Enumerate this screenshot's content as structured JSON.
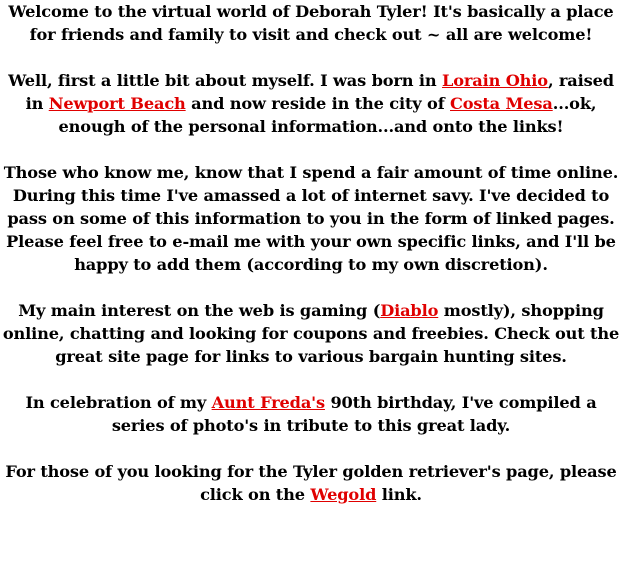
{
  "colors": {
    "text": "#000000",
    "link": "#e00000",
    "background": "#ffffff"
  },
  "p1": {
    "text": "Welcome to the virtual world of Deborah Tyler!  It's basically a place for friends and family to visit and check out ~ all are welcome!"
  },
  "p2": {
    "t1": "Well, first a little bit about myself.  I was born in ",
    "link1": "Lorain Ohio",
    "t2": ", raised in ",
    "link2": "Newport Beach",
    "t3": " and now reside in the city of ",
    "link3": "Costa Mesa",
    "t4": "...ok, enough of the personal information...and onto the links!"
  },
  "p3": {
    "text": "Those who know me, know that I spend a fair amount of time online.  During this time I've amassed a lot of internet savy.  I've decided to pass on some of this information to you in the form of linked pages.  Please feel free to e-mail me with your own specific links, and I'll be happy to add them (according to my own discretion)."
  },
  "p4": {
    "t1": "My main interest on the web is gaming (",
    "link1": "Diablo",
    "t2": " mostly), shopping online, chatting and looking for coupons and freebies.  Check out the great site page for links to various bargain hunting sites."
  },
  "p5": {
    "t1": "In celebration of my ",
    "link1": "Aunt Freda's",
    "t2": " 90th birthday, I've compiled a series of photo's in tribute to this great lady."
  },
  "p6": {
    "t1": "For those of you looking for the Tyler golden retriever's page, please click on the ",
    "link1": "Wegold",
    "t2": " link."
  }
}
